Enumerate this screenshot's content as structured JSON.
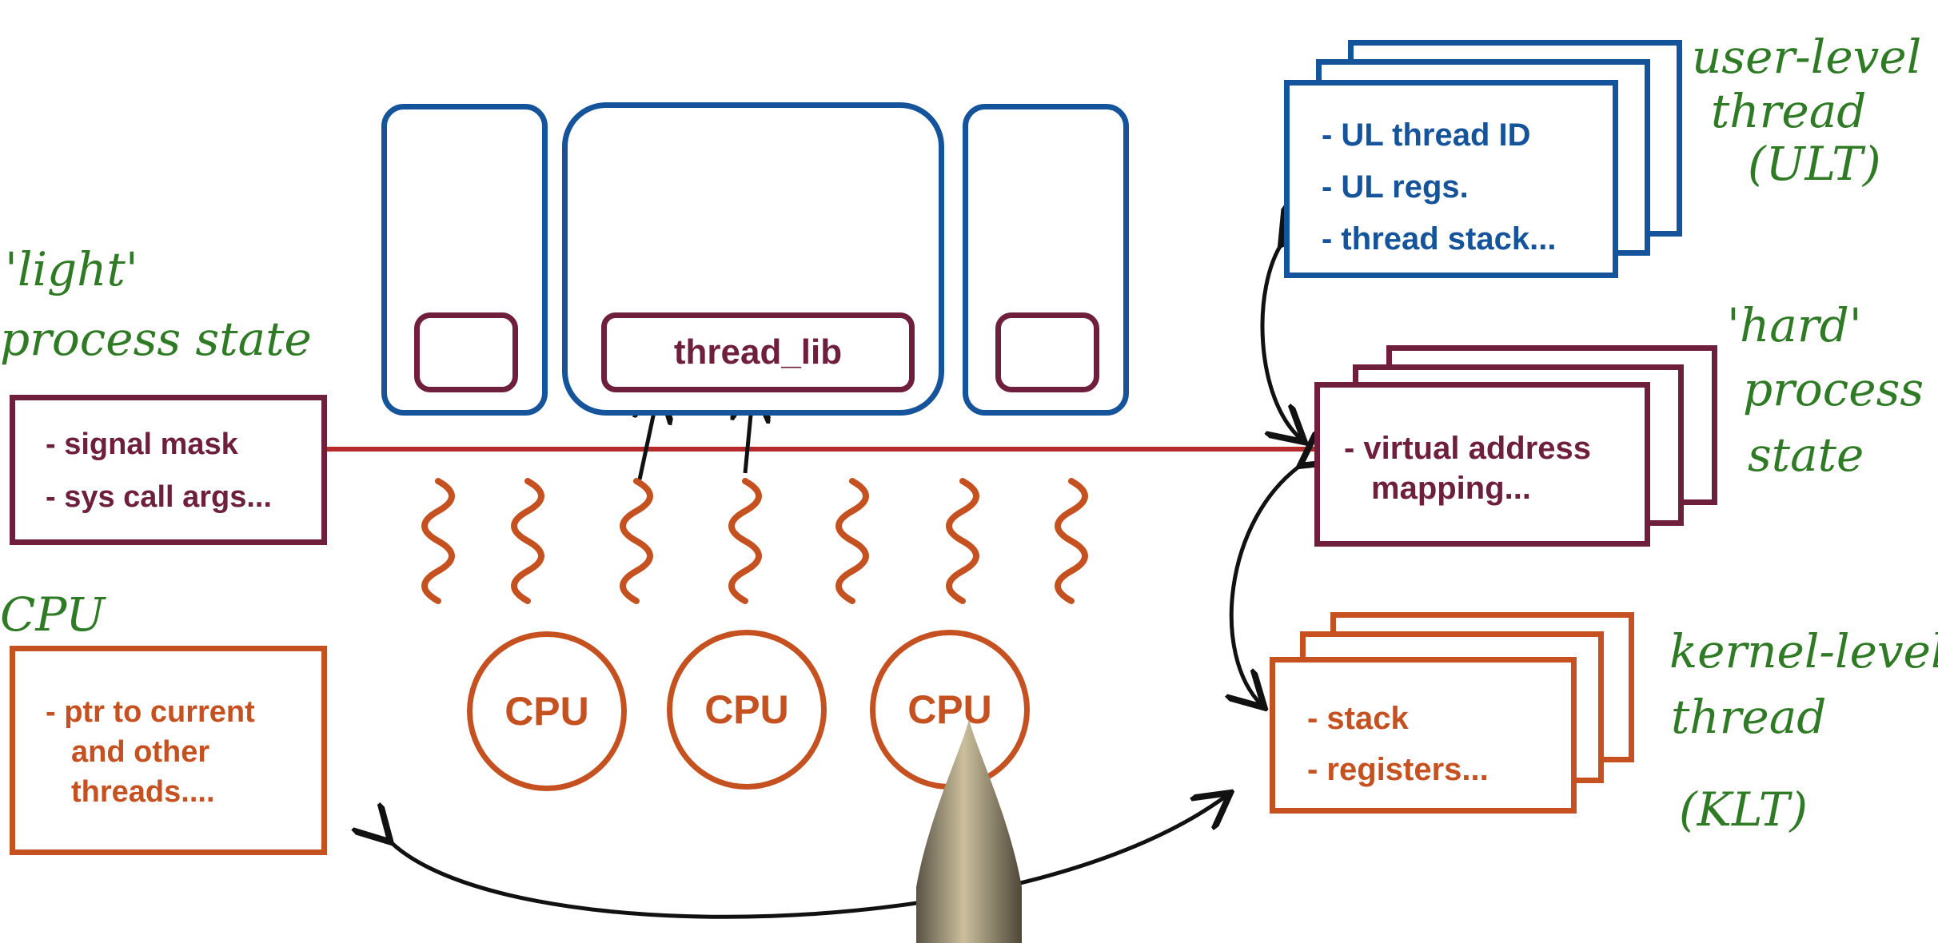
{
  "colors": {
    "user_level": "#15549a",
    "process": "#6e1f3c",
    "kernel": "#c4511f",
    "handwriting": "#2f7a24",
    "connector": "#111111"
  },
  "light_state": {
    "label_line1": "'light'",
    "label_line2": "process state",
    "items": [
      "- signal mask",
      "- sys call args..."
    ]
  },
  "cpu_box": {
    "label": "CPU",
    "items": [
      "- ptr to current",
      "and other",
      "threads...."
    ]
  },
  "process_area": {
    "thread_lib_label": "thread_lib"
  },
  "cpus": [
    "CPU",
    "CPU",
    "CPU"
  ],
  "ult": {
    "label_line1": "user-level",
    "label_line2": "thread",
    "label_line3": "(ULT)",
    "items": [
      "- UL thread ID",
      "- UL regs.",
      "- thread stack..."
    ]
  },
  "hard_state": {
    "label_line1": "'hard'",
    "label_line2": "process",
    "label_line3": "state",
    "items": [
      "- virtual address",
      "mapping..."
    ]
  },
  "klt": {
    "label_line1": "kernel-level",
    "label_line2": "thread",
    "label_line3": "(KLT)",
    "items": [
      "- stack",
      "- registers..."
    ]
  },
  "icons": [
    "squiggle-thread-icon",
    "pen-tip-icon",
    "arrow-icon"
  ]
}
